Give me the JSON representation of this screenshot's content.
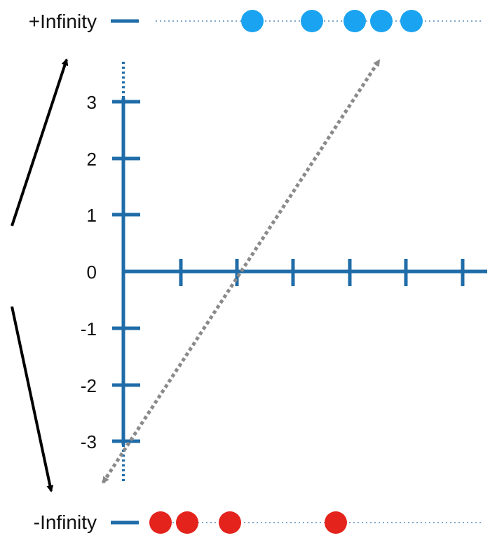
{
  "labels": {
    "pos_infinity": "+Infinity",
    "neg_infinity": "-Infinity"
  },
  "y_ticks": [
    "3",
    "2",
    "1",
    "0",
    "-1",
    "-2",
    "-3"
  ],
  "colors": {
    "axis": "#1f6ca8",
    "positive_dots": "#1aa3f0",
    "negative_dots": "#e3231c",
    "dotted_line": "#7fa8cc",
    "dashed_arrow": "#8a8a8a",
    "black_arrow": "#000000"
  }
}
